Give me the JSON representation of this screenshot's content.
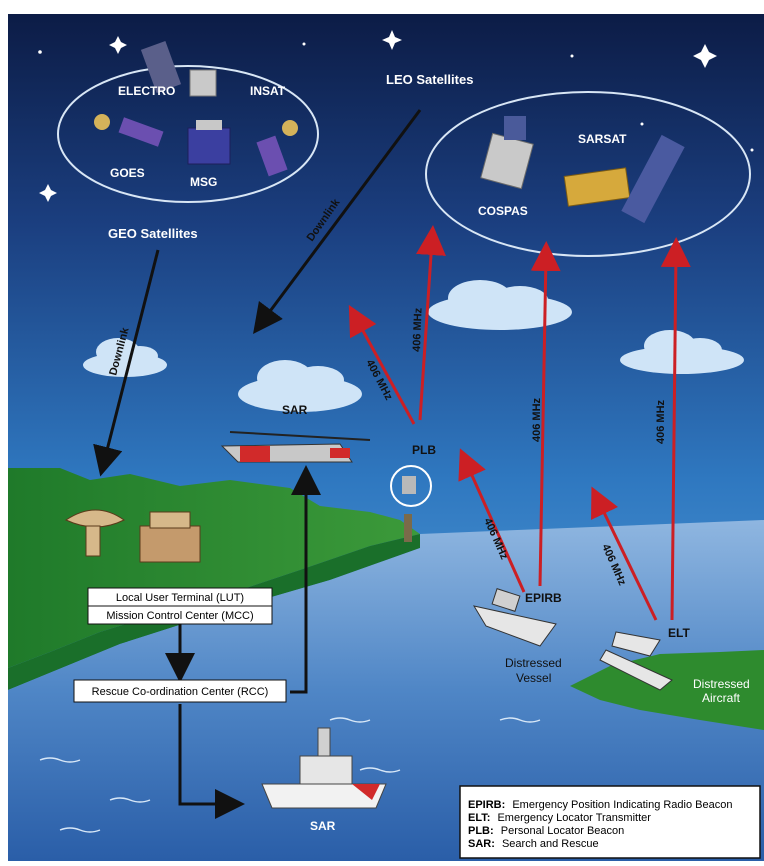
{
  "satellites": {
    "geo_group_label": "GEO Satellites",
    "leo_group_label": "LEO Satellites",
    "geo": [
      "ELECTRO",
      "INSAT",
      "GOES",
      "MSG"
    ],
    "leo": [
      "SARSAT",
      "COSPAS"
    ]
  },
  "links": {
    "downlink": "Downlink",
    "frequency": "406 MHz"
  },
  "beacons": {
    "plb": "PLB",
    "epirb": "EPIRB",
    "elt": "ELT"
  },
  "ground": {
    "lut": "Local User Terminal (LUT)",
    "mcc": "Mission Control Center (MCC)",
    "rcc": "Rescue Co-ordination Center (RCC)"
  },
  "sar": {
    "air": "SAR",
    "sea": "SAR"
  },
  "distress": {
    "vessel_line1": "Distressed",
    "vessel_line2": "Vessel",
    "aircraft_line1": "Distressed",
    "aircraft_line2": "Aircraft"
  },
  "legend": [
    {
      "key": "EPIRB:",
      "text": "Emergency Position Indicating Radio Beacon"
    },
    {
      "key": "ELT:",
      "text": "Emergency Locator Transmitter"
    },
    {
      "key": "PLB:",
      "text": "Personal Locator Beacon"
    },
    {
      "key": "SAR:",
      "text": "Search and Rescue"
    }
  ],
  "colors": {
    "sky_top": "#0d1f4a",
    "sky_bottom": "#3a8fd0",
    "land": "#2e8b2e",
    "sea": "#4a7fc0",
    "uplink": "#cc1f24",
    "downlink": "#111111"
  }
}
